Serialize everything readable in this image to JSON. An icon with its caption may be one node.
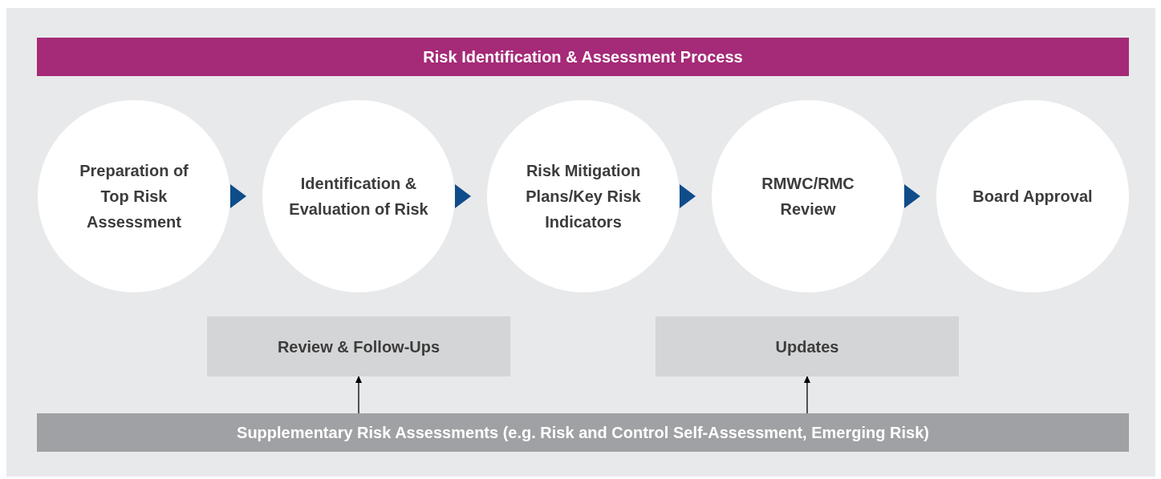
{
  "diagram": {
    "nodes": [
      {
        "text": [
          "Risk Identification & Assessment Process"
        ]
      },
      {
        "text": [
          "Preparation of Top Risk Assessment"
        ]
      },
      {
        "text": [
          "Identification & Evaluation of Risk"
        ]
      },
      {
        "text": [
          "Risk Mitigation Plans/Key Risk Indicators"
        ]
      },
      {
        "text": [
          "RMWC/RMC Review"
        ]
      },
      {
        "text": [
          "Board Approval"
        ]
      },
      {
        "text": [
          "Review & Follow-Ups"
        ]
      },
      {
        "text": [
          "Updates"
        ]
      },
      {
        "text": [
          "Supplementary Risk Assessments (e.g. Risk and Control Self-Assessment, Emerging Risk)"
        ]
      }
    ],
    "edges": [
      {
        "from": 1,
        "to": 2,
        "arrow": "to",
        "style": "thick",
        "color": "#0f4c8a"
      },
      {
        "from": 2,
        "to": 3,
        "arrow": "to",
        "style": "thick",
        "color": "#0f4c8a"
      },
      {
        "from": 3,
        "to": 4,
        "arrow": "to",
        "style": "thick",
        "color": "#0f4c8a"
      },
      {
        "from": 4,
        "to": 5,
        "arrow": "to",
        "style": "thick",
        "color": "#0f4c8a"
      },
      {
        "from": 8,
        "to": 6,
        "arrow": "to"
      },
      {
        "from": 8,
        "to": 7,
        "arrow": "to"
      }
    ]
  }
}
